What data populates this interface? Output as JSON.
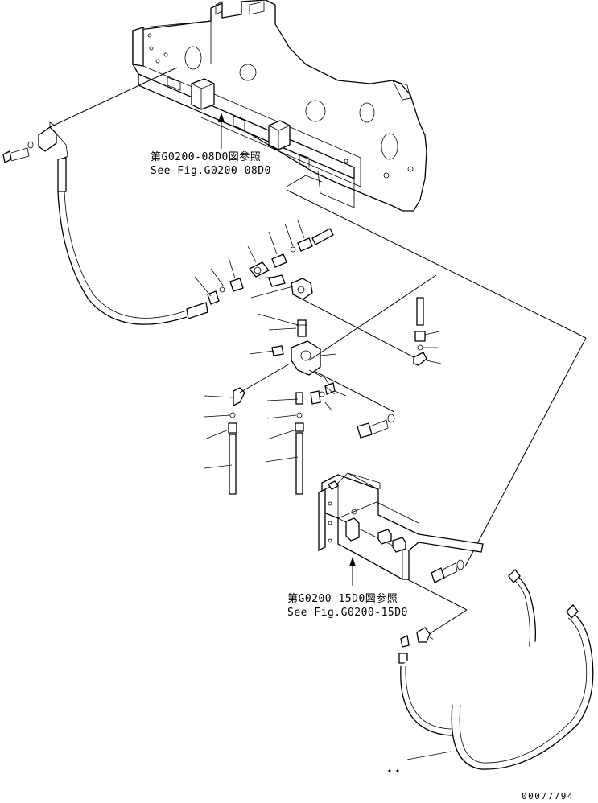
{
  "annotations": {
    "ref_upper_jp": "第G0200-08D0図参照",
    "ref_upper_en": "See Fig.G0200-08D0",
    "ref_lower_jp": "第G0200-15D0図参照",
    "ref_lower_en": "See Fig.G0200-15D0"
  },
  "drawing_number": "00077794"
}
